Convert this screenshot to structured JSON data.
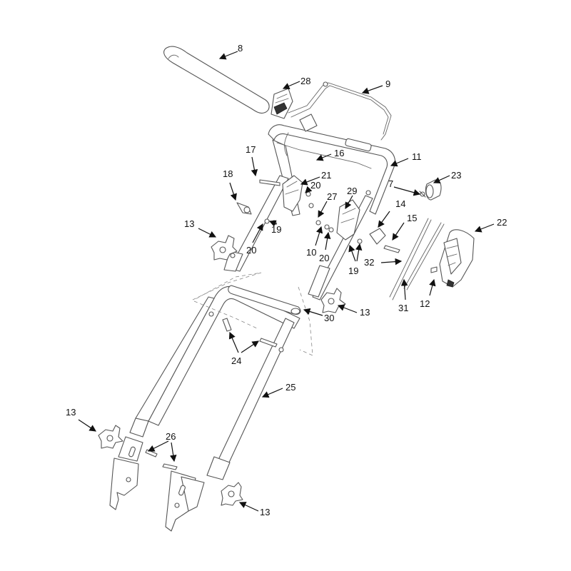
{
  "callouts": [
    "8",
    "28",
    "9",
    "17",
    "16",
    "11",
    "18",
    "21",
    "20",
    "23",
    "27",
    "29",
    "7",
    "14",
    "22",
    "13",
    "19",
    "15",
    "20",
    "10",
    "20",
    "19",
    "32",
    "13",
    "30",
    "31",
    "12",
    "24",
    "25",
    "13",
    "26",
    "13"
  ]
}
